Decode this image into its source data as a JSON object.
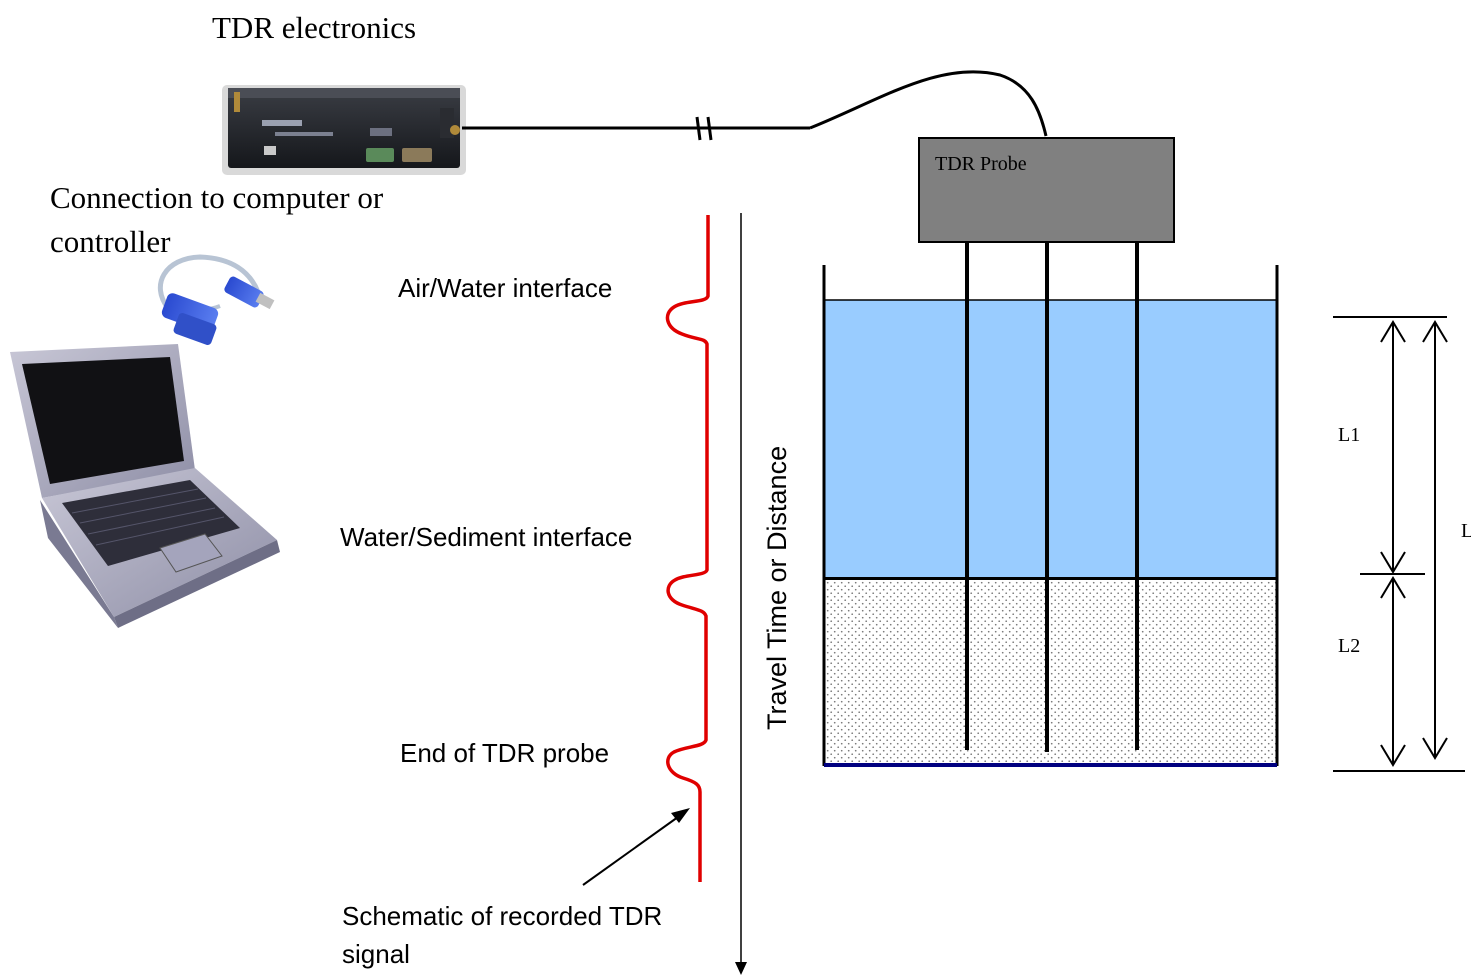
{
  "labels": {
    "tdr_electronics": "TDR electronics",
    "connection_line1": "Connection to computer or",
    "connection_line2": "controller",
    "tdr_probe": "TDR Probe",
    "air_water": "Air/Water interface",
    "water_sediment": "Water/Sediment interface",
    "end_probe": "End of TDR probe",
    "schematic_line1": "Schematic of recorded TDR",
    "schematic_line2": "signal",
    "axis": "Travel Time or Distance",
    "l1": "L1",
    "l2": "L2",
    "l": "L"
  },
  "colors": {
    "signal": "#e00000",
    "water": "#99ccff",
    "probe_box": "#808080",
    "container_bottom": "#000080",
    "sediment_dot": "#777777"
  },
  "icons": {
    "tdr_device": "tdr-device-icon",
    "usb_serial_cable": "usb-serial-cable-icon",
    "laptop": "laptop-icon",
    "cable_break": "cable-break-icon"
  }
}
